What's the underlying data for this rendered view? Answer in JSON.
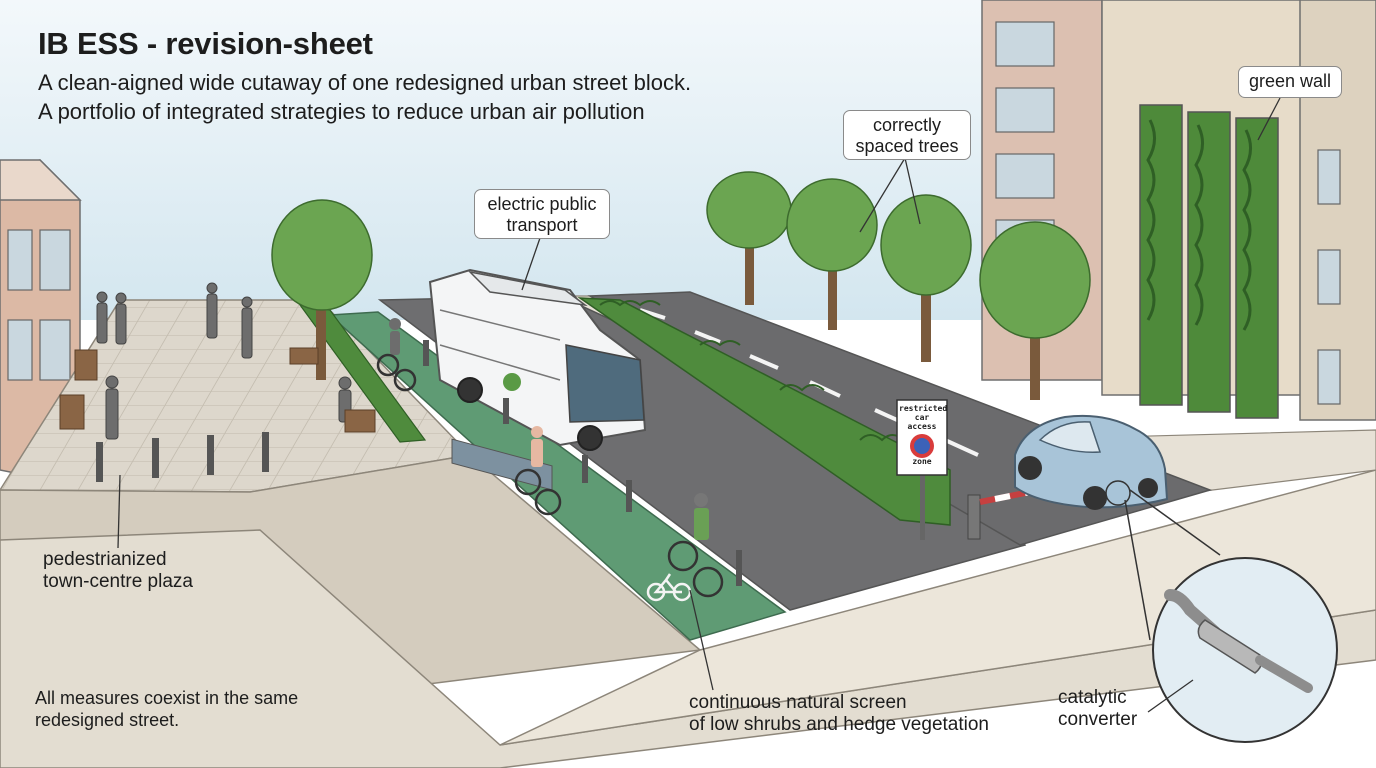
{
  "header": {
    "title": "IB ESS - revision-sheet",
    "subtitle_line1": "A clean-aigned wide cutaway of one redesigned urban street block.",
    "subtitle_line2": "A portfolio of integrated strategies to reduce urban air pollution"
  },
  "callouts": {
    "green_wall": "green wall",
    "trees_line1": "correctly",
    "trees_line2": "spaced trees",
    "transport_line1": "electric public",
    "transport_line2": "transport"
  },
  "labels": {
    "plaza_line1": "pedestrianized",
    "plaza_line2": "town-centre plaza",
    "coexist_line1": "All measures coexist in the same",
    "coexist_line2": "redesigned street.",
    "screen_line1": "continuous natural screen",
    "screen_line2": "of low shrubs and hedge vegetation",
    "catalytic_line1": "catalytic",
    "catalytic_line2": "converter"
  },
  "sign": {
    "line1": "restricted",
    "line2": "car access",
    "line3": "zone"
  },
  "icons": [
    "bus-icon",
    "bicycle-icon",
    "car-icon",
    "tree-icon",
    "barrier-icon",
    "catalytic-converter-icon"
  ],
  "colors": {
    "sky": "#dceaf1",
    "road": "#6e6e70",
    "bike_lane": "#5f9b74",
    "foliage": "#5a9a45",
    "paving": "#dcd6cb"
  }
}
